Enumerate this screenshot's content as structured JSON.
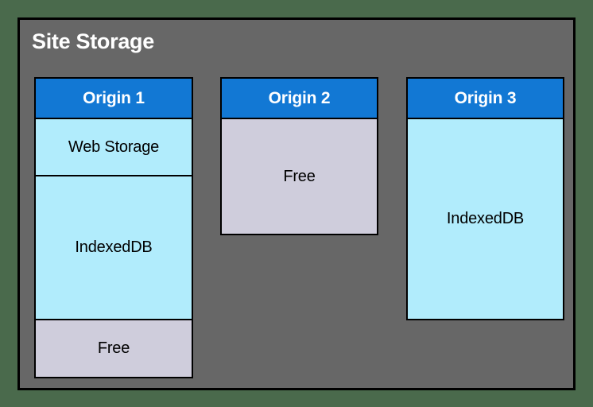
{
  "diagram": {
    "title": "Site Storage",
    "background_color": "#4a6a4c",
    "panel_color": "#676767",
    "border_color": "#000000",
    "header_color": "#1278d4",
    "used_color": "#b1ecfc",
    "free_color": "#cfcddc",
    "origins": [
      {
        "label": "Origin 1",
        "segments": [
          {
            "label": "Web Storage",
            "kind": "used"
          },
          {
            "label": "IndexedDB",
            "kind": "used"
          },
          {
            "label": "Free",
            "kind": "free"
          }
        ]
      },
      {
        "label": "Origin 2",
        "segments": [
          {
            "label": "Free",
            "kind": "free"
          }
        ]
      },
      {
        "label": "Origin 3",
        "segments": [
          {
            "label": "IndexedDB",
            "kind": "used"
          }
        ]
      }
    ]
  }
}
